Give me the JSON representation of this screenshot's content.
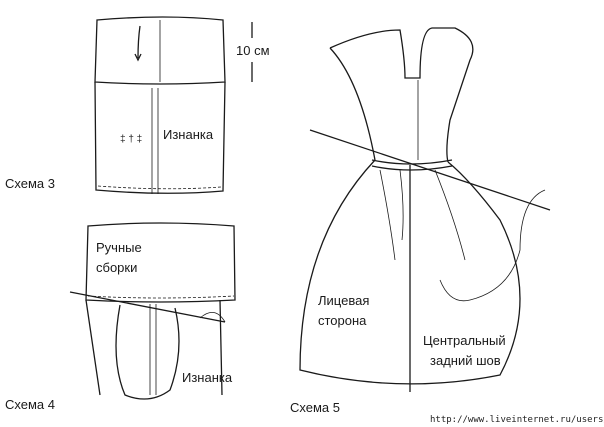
{
  "scheme3": {
    "caption": "Схема 3",
    "measure": "10 см",
    "label": "Изнанка"
  },
  "scheme4": {
    "caption": "Схема 4",
    "label_line1": "Ручные",
    "label_line2": "сборки",
    "label": "Изнанка"
  },
  "scheme5": {
    "caption": "Схема 5",
    "front_line1": "Лицевая",
    "front_line2": "сторона",
    "seam_line1": "Центральный",
    "seam_line2": "задний шов"
  },
  "watermark": "http://www.liveinternet.ru/users/goel/"
}
